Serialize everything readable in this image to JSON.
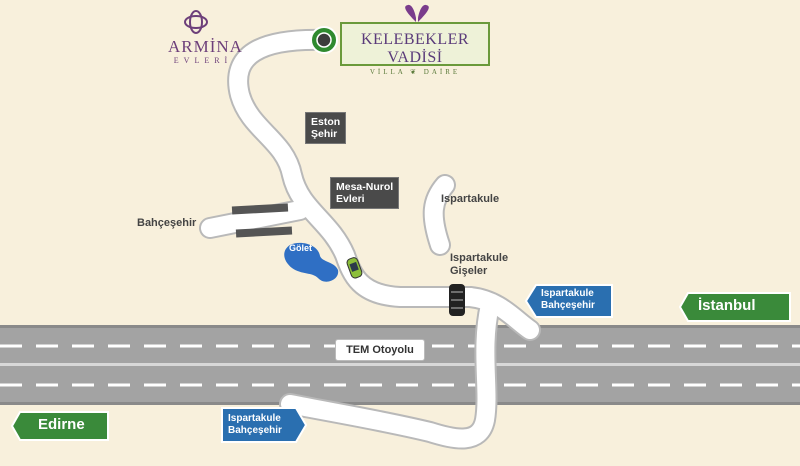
{
  "logos": {
    "armina_name": "ARMİNA",
    "armina_sub": "EVLERİ",
    "kelebekler_name": "KELEBEKLER VADİSİ",
    "kelebekler_sub": "VİLLA ❦ DAİRE"
  },
  "places": {
    "eston": "Eston\nŞehir",
    "mesa": "Mesa-Nurol\nEvleri",
    "bahcesehir": "Bahçeşehir",
    "golet": "Gölet",
    "ispartakule": "Ispartakule",
    "gise": "Ispartakule\nGişeler",
    "highway": "TEM Otoyolu"
  },
  "signs": {
    "istanbul": "İstanbul",
    "edirne": "Edirne",
    "ispartakule_bahcesehir_top": "Ispartakule\nBahçeşehir",
    "ispartakule_bahcesehir_bottom": "Ispartakule\nBahçeşehir"
  },
  "colors": {
    "background": "#f8f0dc",
    "road": "#ffffff",
    "highway": "#a0a0a0",
    "green_sign": "#3a8a3a",
    "blue_sign": "#2a6fb0",
    "lake": "#2f6fc4"
  },
  "icons": [
    "destination-marker-icon",
    "car-icon",
    "butterfly-icon",
    "toll-gate-icon",
    "bridge-icon"
  ]
}
